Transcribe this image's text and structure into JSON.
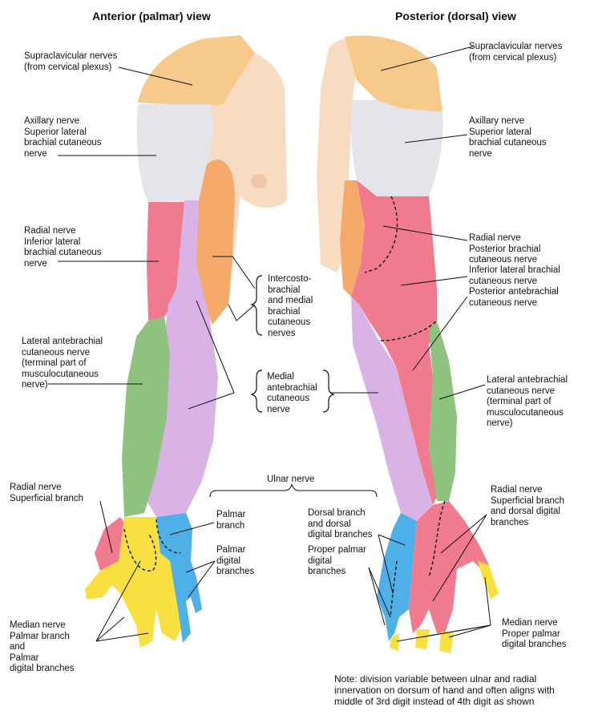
{
  "titles": {
    "anterior": "Anterior (palmar) view",
    "posterior": "Posterior (dorsal) view"
  },
  "labels": {
    "supraclav_left": "Supraclavicular nerves\n(from cervical plexus)",
    "axillary_left": "Axillary nerve\nSuperior lateral\nbrachial cutaneous\nnerve",
    "radial_left": "Radial nerve\nInferior lateral\nbrachial cutaneous\nnerve",
    "lat_antebrachial_left": "Lateral antebrachial\ncutaneous nerve\n(terminal part of\nmusculocutaneous\nnerve)",
    "radial_superficial_left": "Radial nerve\nSuperficial branch",
    "median_left": "Median nerve\nPalmar branch\nand\nPalmar\ndigital branches",
    "intercosto": "Intercosto-\nbrachial\nand medial\nbrachial\ncutaneous\nnerves",
    "medial_antebrachial": "Medial\nantebrachial\ncutaneous\nnerve",
    "ulnar_nerve": "Ulnar nerve",
    "palmar_branch": "Palmar\nbranch",
    "palmar_digital": "Palmar\ndigital\nbranches",
    "dorsal_branch": "Dorsal branch\nand dorsal\ndigital branches",
    "proper_palmar": "Proper palmar\ndigital\nbranches",
    "supraclav_right": "Supraclavicular nerves\n(from cervical plexus)",
    "axillary_right": "Axillary nerve\nSuperior lateral\nbrachial cutaneous\nnerve",
    "radial_right": "Radial nerve\nPosterior brachial\ncutaneous nerve",
    "inferior_lateral_right": "Inferior lateral brachial\ncutaneous nerve",
    "posterior_antebrachial": "Posterior antebrachial\ncutaneous nerve",
    "lat_antebrachial_right": "Lateral antebrachial\ncutaneous nerve\n(terminal part of\nmusculocutaneous\nnerve)",
    "radial_superficial_right": "Radial nerve\nSuperficial branch\nand dorsal digital\nbranches",
    "median_right": "Median nerve\nProper palmar\ndigital branches"
  },
  "note": "Note: division variable between ulnar and radial\ninnervation on dorsum of hand and often aligns with\nmiddle of 3rd digit instead of 4th digit as shown",
  "colors": {
    "supraclavicular": "#F7C98A",
    "axillary": "#E4E4EA",
    "radial": "#F07A8E",
    "intercostobrachial": "#F5A96A",
    "medial": "#D9B3E6",
    "lateral_antebrachial": "#8FC27E",
    "ulnar": "#4FB0E8",
    "median": "#F8E040",
    "skin": "#F7DCC2"
  }
}
